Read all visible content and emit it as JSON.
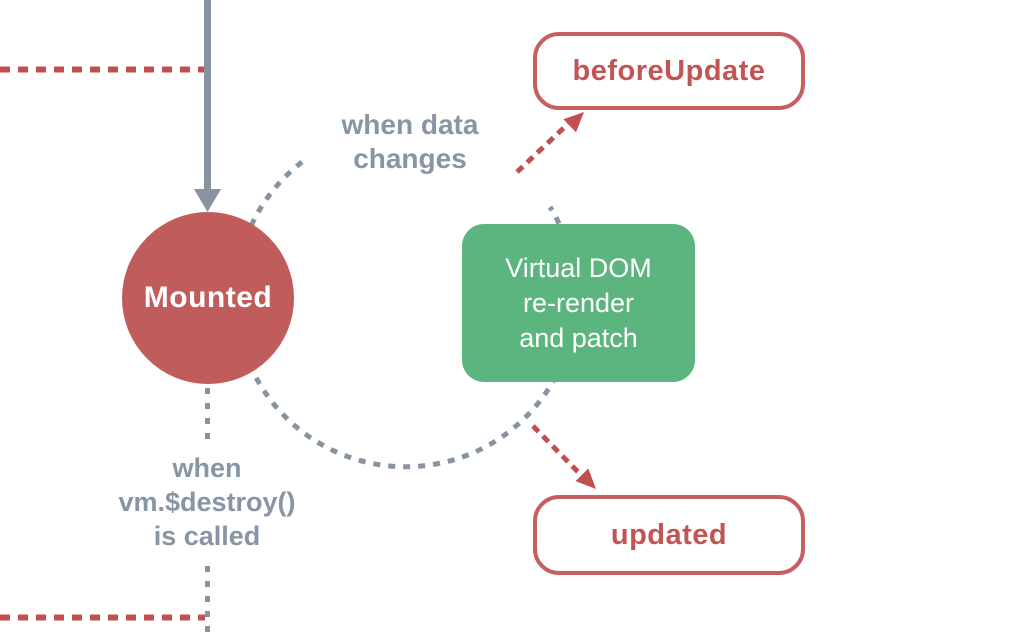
{
  "diagram": {
    "nodes": {
      "mounted": {
        "label": "Mounted",
        "shape": "circle",
        "fill": "#c05c5c"
      },
      "virtual_dom": {
        "label": "Virtual DOM\nre-render\nand patch",
        "shape": "rounded-rect",
        "fill": "#5cb57e"
      },
      "before_update": {
        "label": "beforeUpdate",
        "shape": "outlined-rounded-rect",
        "border": "#c5605f"
      },
      "updated": {
        "label": "updated",
        "shape": "outlined-rounded-rect",
        "border": "#c5605f"
      }
    },
    "annotations": {
      "when_data_changes": "when data\nchanges",
      "when_destroy_called": "when\nvm.$destroy()\nis called"
    },
    "edges": {
      "incoming_solid_arrow": "solid gray arrow from top into Mounted",
      "update_loop": "gray dashed circular loop between Mounted and Virtual DOM re-render and patch",
      "to_before_update": "red dashed arrow from loop to beforeUpdate",
      "to_updated": "red dashed arrow from loop to updated",
      "destroy_path": "gray dashed vertical line from Mounted toward bottom",
      "red_dashed_left_top": "red dashed horizontal line at upper left",
      "red_dashed_left_bottom": "red dashed horizontal line at lower left"
    },
    "colors": {
      "red_fill": "#c05c5c",
      "red_line": "#c0504f",
      "red_text": "#c25454",
      "gray_line": "#8793a0",
      "gray_text": "#8795a4",
      "green_fill": "#5cb57e",
      "background": "#ffffff"
    }
  }
}
